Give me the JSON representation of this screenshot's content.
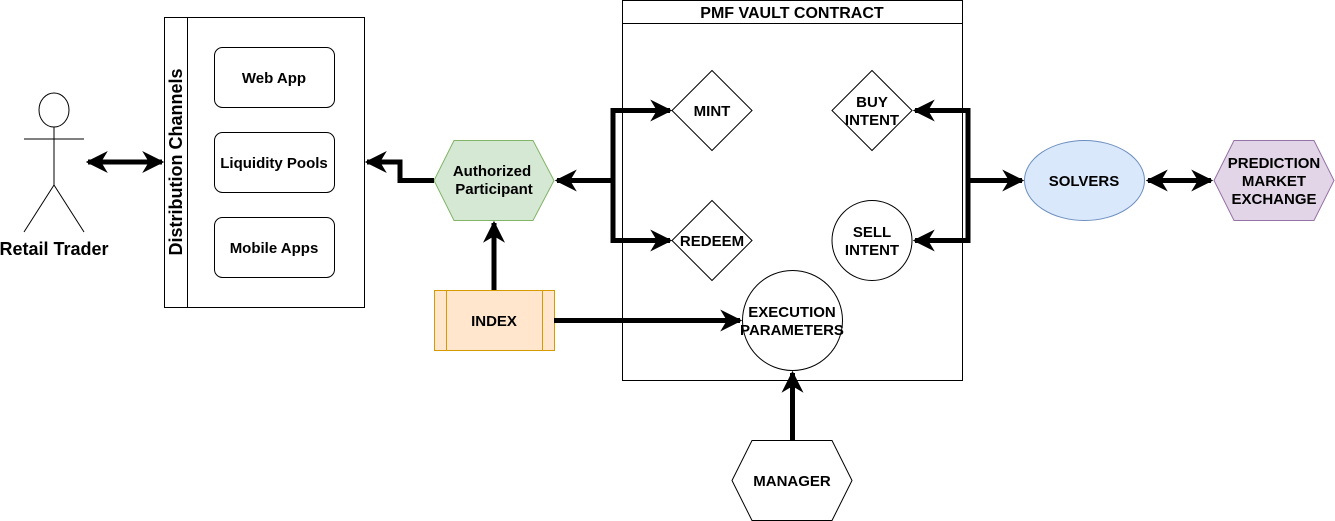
{
  "diagram": {
    "actor": {
      "label": "Retail Trader"
    },
    "distribution": {
      "title": "Distribution Channels",
      "items": [
        "Web App",
        "Liquidity Pools",
        "Mobile Apps"
      ]
    },
    "authorized_participant": {
      "line1": "Authorized",
      "line2": "Participant",
      "color": "#d5e8d4"
    },
    "index": {
      "label": "INDEX",
      "color": "#ffe6cc"
    },
    "vault": {
      "title": "PMF VAULT CONTRACT",
      "mint": "MINT",
      "redeem": "REDEEM",
      "buy_intent": {
        "line1": "BUY",
        "line2": "INTENT"
      },
      "sell_intent": {
        "line1": "SELL",
        "line2": "INTENT"
      },
      "execution": {
        "line1": "EXECUTION",
        "line2": "PARAMETERS"
      }
    },
    "manager": {
      "label": "MANAGER"
    },
    "solvers": {
      "label": "SOLVERS",
      "color": "#dae8fc"
    },
    "exchange": {
      "line1": "PREDICTION",
      "line2": "MARKET",
      "line3": "EXCHANGE",
      "color": "#e1d5e7"
    }
  }
}
